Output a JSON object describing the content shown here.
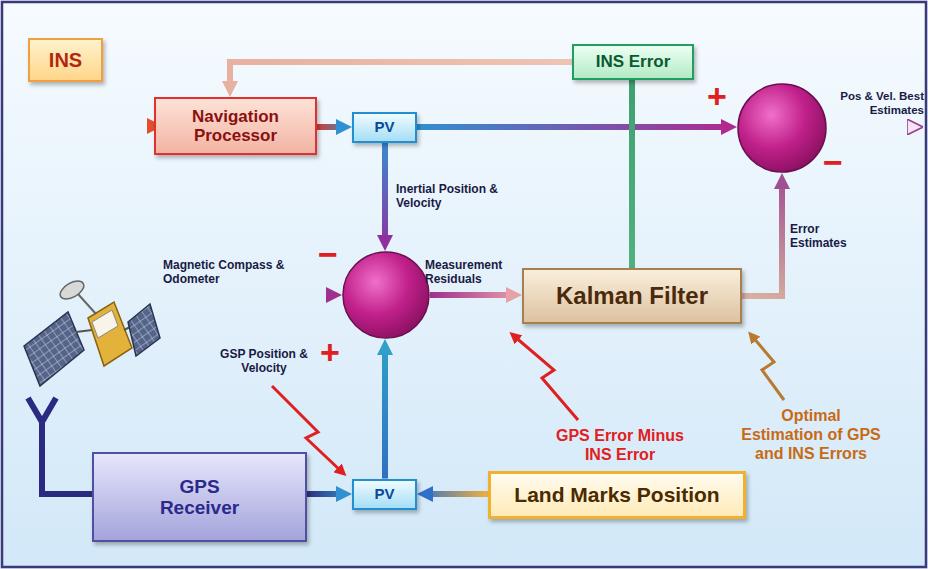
{
  "diagram": {
    "nodes": [
      {
        "text": [
          "INS"
        ]
      },
      {
        "text": [
          "INS Error"
        ]
      },
      {
        "text": [
          "Navigation Processor"
        ]
      },
      {
        "text": [
          "PV"
        ]
      },
      {
        "text": [
          "+",
          "−"
        ]
      },
      {
        "text": [
          "−",
          "+"
        ]
      },
      {
        "text": [
          "Kalman Filter"
        ]
      },
      {
        "text": [
          "GPS Receiver"
        ]
      },
      {
        "text": [
          "PV"
        ]
      },
      {
        "text": [
          "Land Marks Position"
        ]
      }
    ],
    "edges": [
      {
        "from": 1,
        "to": 2,
        "arrow": "to"
      },
      {
        "from": 2,
        "to": 3,
        "arrow": "to"
      },
      {
        "from": 3,
        "to": 4,
        "arrow": "to"
      },
      {
        "from": 3,
        "to": 5,
        "arrow": "to",
        "label": "Inertial Position & Velocity"
      },
      {
        "from": 5,
        "to": 6,
        "arrow": "to",
        "label": "Measurement Residuals"
      },
      {
        "from": 6,
        "to": 1,
        "arrow": "none"
      },
      {
        "from": 6,
        "to": 4,
        "arrow": "to",
        "label": "Error Estimates"
      },
      {
        "from": 8,
        "to": 5,
        "arrow": "to"
      },
      {
        "from": 7,
        "to": 8,
        "arrow": "to"
      },
      {
        "from": 9,
        "to": 8,
        "arrow": "to"
      }
    ],
    "labels": [
      "Pos & Vel. Best Estimates",
      "Magnetic Compass & Odometer",
      "GSP Position & Velocity",
      "GPS Error Minus INS Error",
      "Optimal Estimation of GPS and INS Errors"
    ]
  }
}
